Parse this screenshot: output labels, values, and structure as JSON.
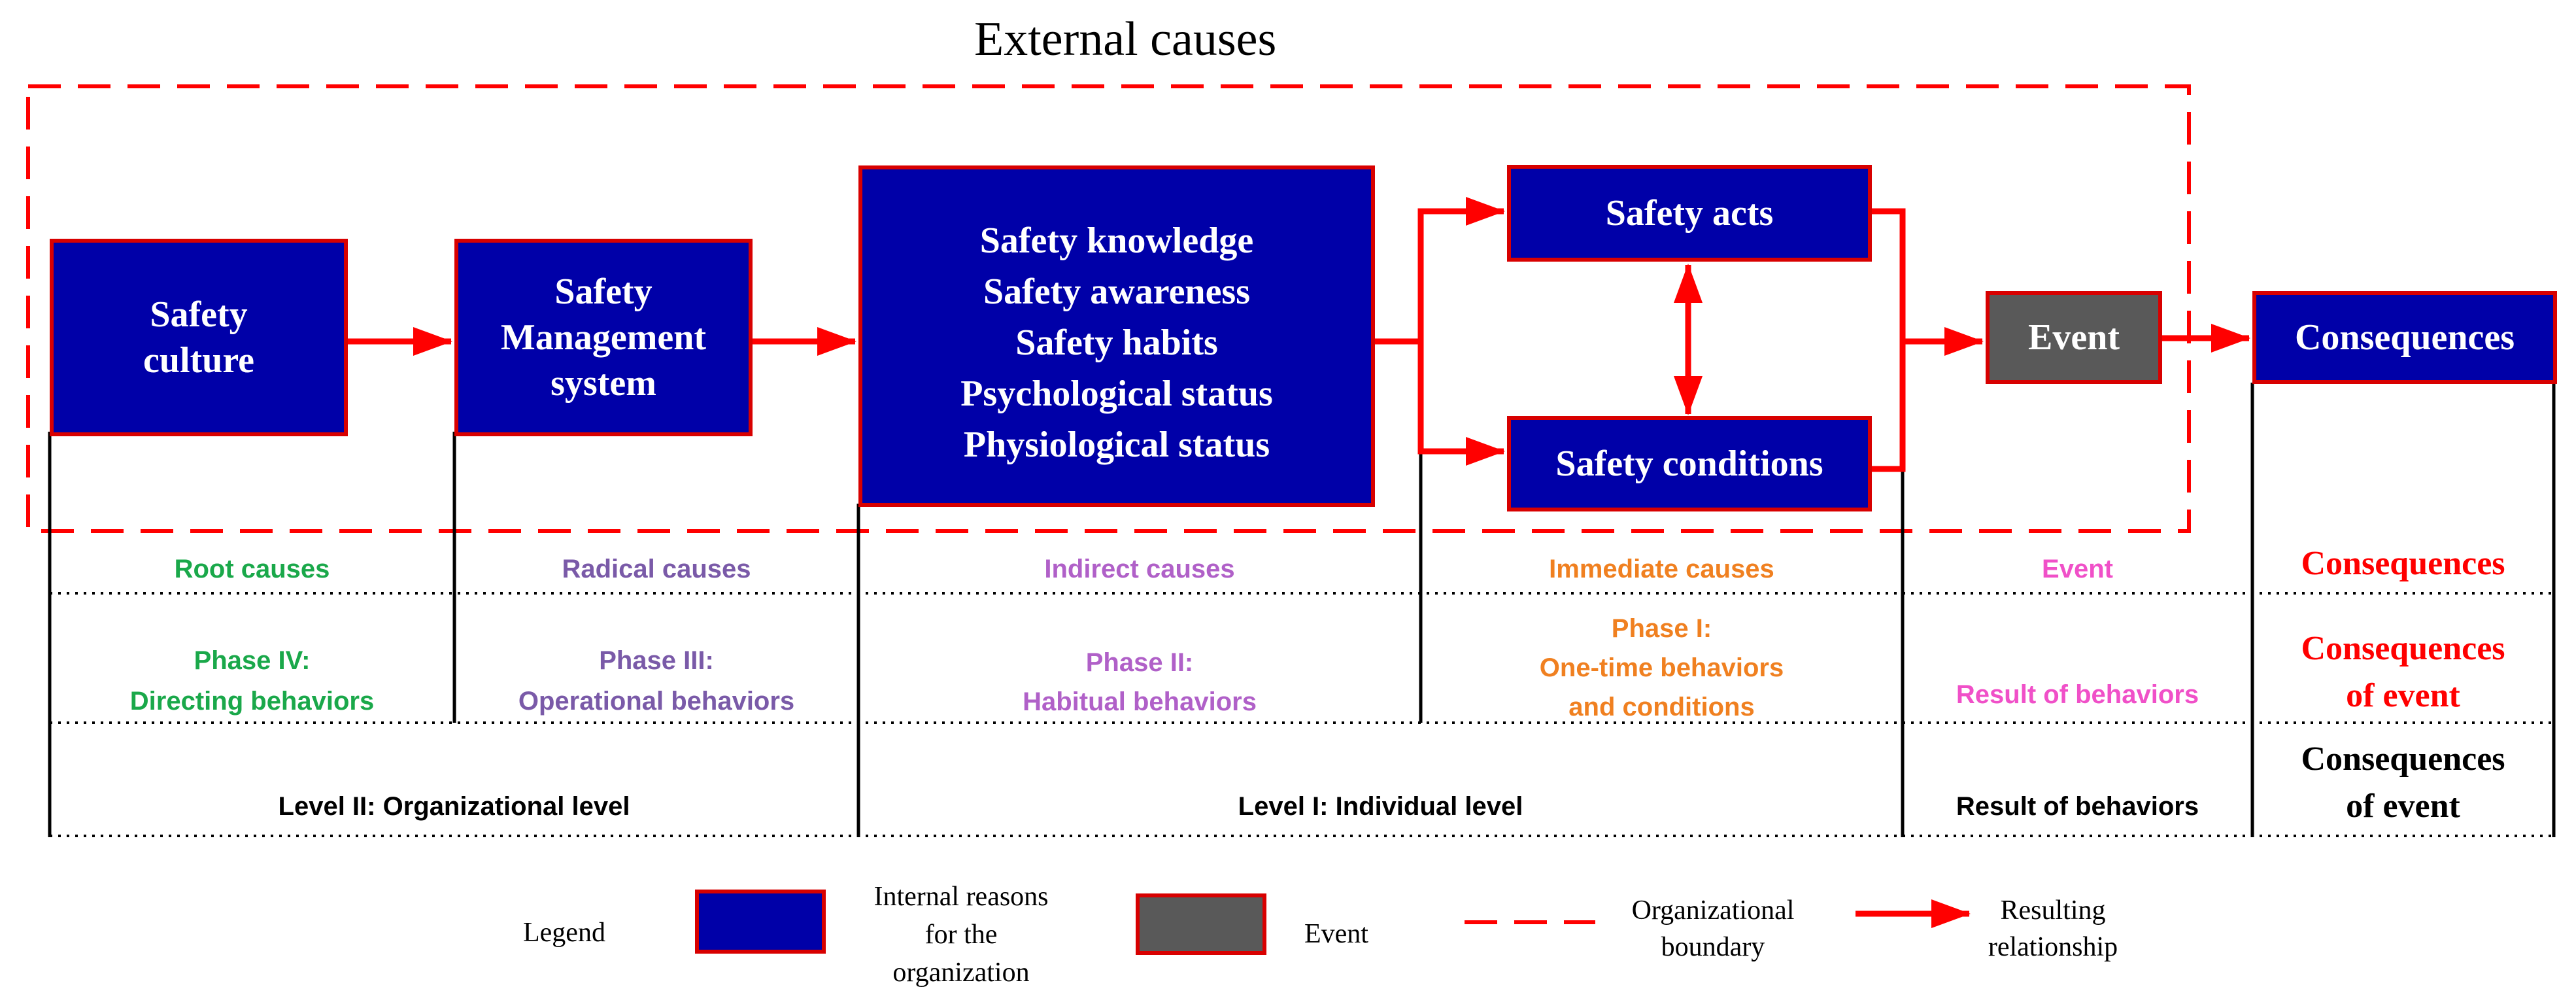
{
  "title": "External causes",
  "boxes": {
    "culture": [
      "Safety",
      "culture"
    ],
    "management": [
      "Safety",
      "Management",
      "system"
    ],
    "individual": [
      "Safety knowledge",
      "Safety awareness",
      "Safety habits",
      "Psychological status",
      "Physiological status"
    ],
    "acts": [
      "Safety acts"
    ],
    "conditions": [
      "Safety conditions"
    ],
    "event": [
      "Event"
    ],
    "consequences": [
      "Consequences"
    ]
  },
  "rows": {
    "causes": {
      "root": "Root causes",
      "radical": "Radical causes",
      "indirect": "Indirect causes",
      "immediate": "Immediate causes",
      "event": "Event",
      "consequences": "Consequences"
    },
    "phases": {
      "p4_line1": "Phase IV:",
      "p4_line2": "Directing behaviors",
      "p3_line1": "Phase III:",
      "p3_line2": "Operational behaviors",
      "p2_line1": "Phase II:",
      "p2_line2": "Habitual behaviors",
      "p1_line1": "Phase I:",
      "p1_line2": "One-time behaviors",
      "p1_line3": "and conditions",
      "result": "Result of behaviors",
      "cons_line1": "Consequences",
      "cons_line2": "of event"
    },
    "levels": {
      "organizational": "Level II: Organizational level",
      "individual": "Level I: Individual level",
      "result": "Result of behaviors",
      "cons_line1": "Consequences",
      "cons_line2": "of event"
    }
  },
  "legend": {
    "title": "Legend",
    "internal": [
      "Internal reasons",
      "for the",
      "organization"
    ],
    "event": "Event",
    "boundary": [
      "Organizational",
      "boundary"
    ],
    "relationship": [
      "Resulting",
      "relationship"
    ]
  },
  "colors": {
    "box_fill": "#0000a8",
    "box_border": "#d80000",
    "event_fill": "#595959",
    "arrow": "#ff0000",
    "root": "#1aa84a",
    "radical": "#7a5aa8",
    "indirect": "#b060c8",
    "immediate": "#f08020",
    "event_label": "#f050c8",
    "consequences_label": "#ff0000"
  }
}
